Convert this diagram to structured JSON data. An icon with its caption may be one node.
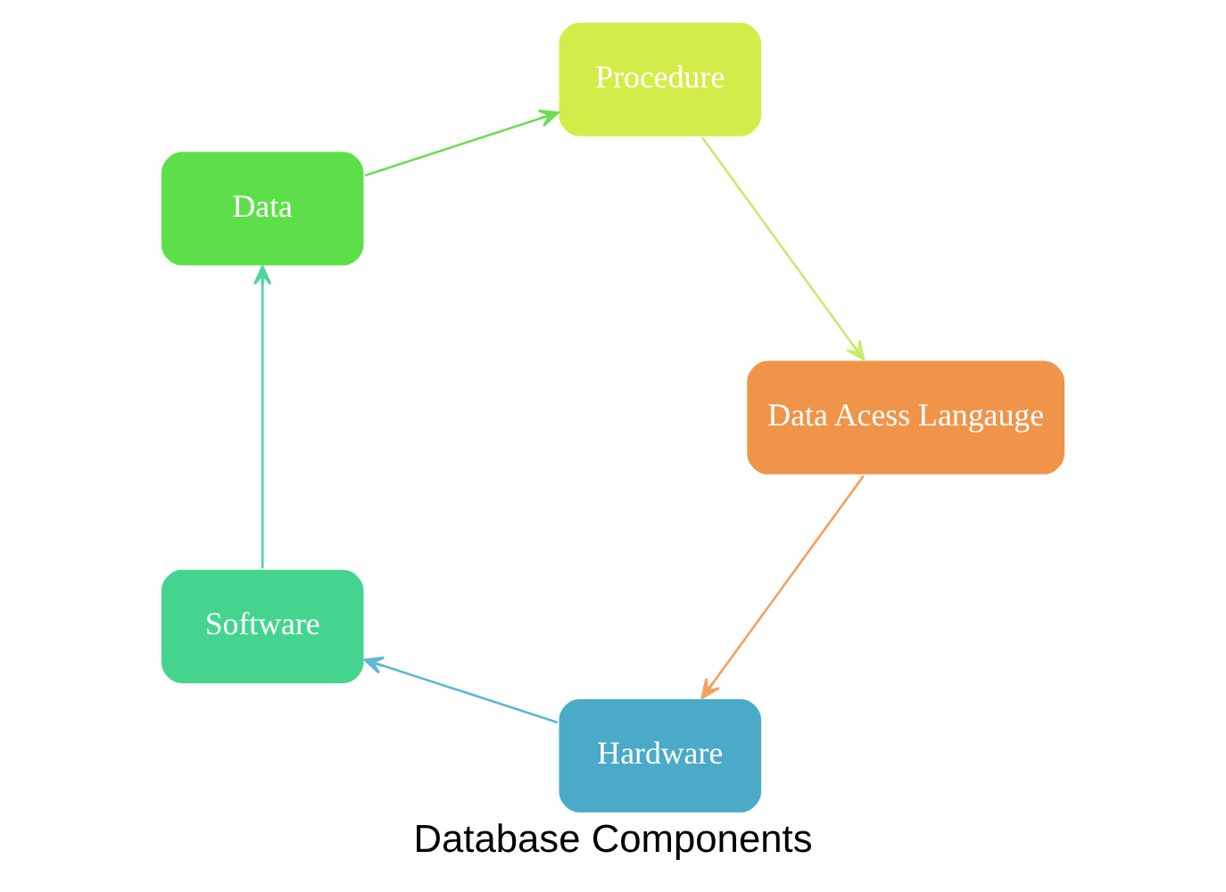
{
  "diagram": {
    "caption": "Database Components",
    "nodes": [
      {
        "text": [
          "Hardware"
        ]
      },
      {
        "text": [
          "Software"
        ]
      },
      {
        "text": [
          "Data"
        ]
      },
      {
        "text": [
          "Procedure"
        ]
      },
      {
        "text": [
          "Data Acess Langauge"
        ]
      }
    ],
    "edges": [
      {
        "from": 0,
        "to": 1,
        "arrow": "to",
        "color": "#5bb8d6"
      },
      {
        "from": 1,
        "to": 2,
        "arrow": "to",
        "color": "#4fd49a"
      },
      {
        "from": 2,
        "to": 3,
        "arrow": "to",
        "color": "#6fdc5a"
      },
      {
        "from": 3,
        "to": 4,
        "arrow": "to",
        "color": "#c6ec6a"
      },
      {
        "from": 4,
        "to": 0,
        "arrow": "to",
        "color": "#f4a060"
      }
    ]
  }
}
